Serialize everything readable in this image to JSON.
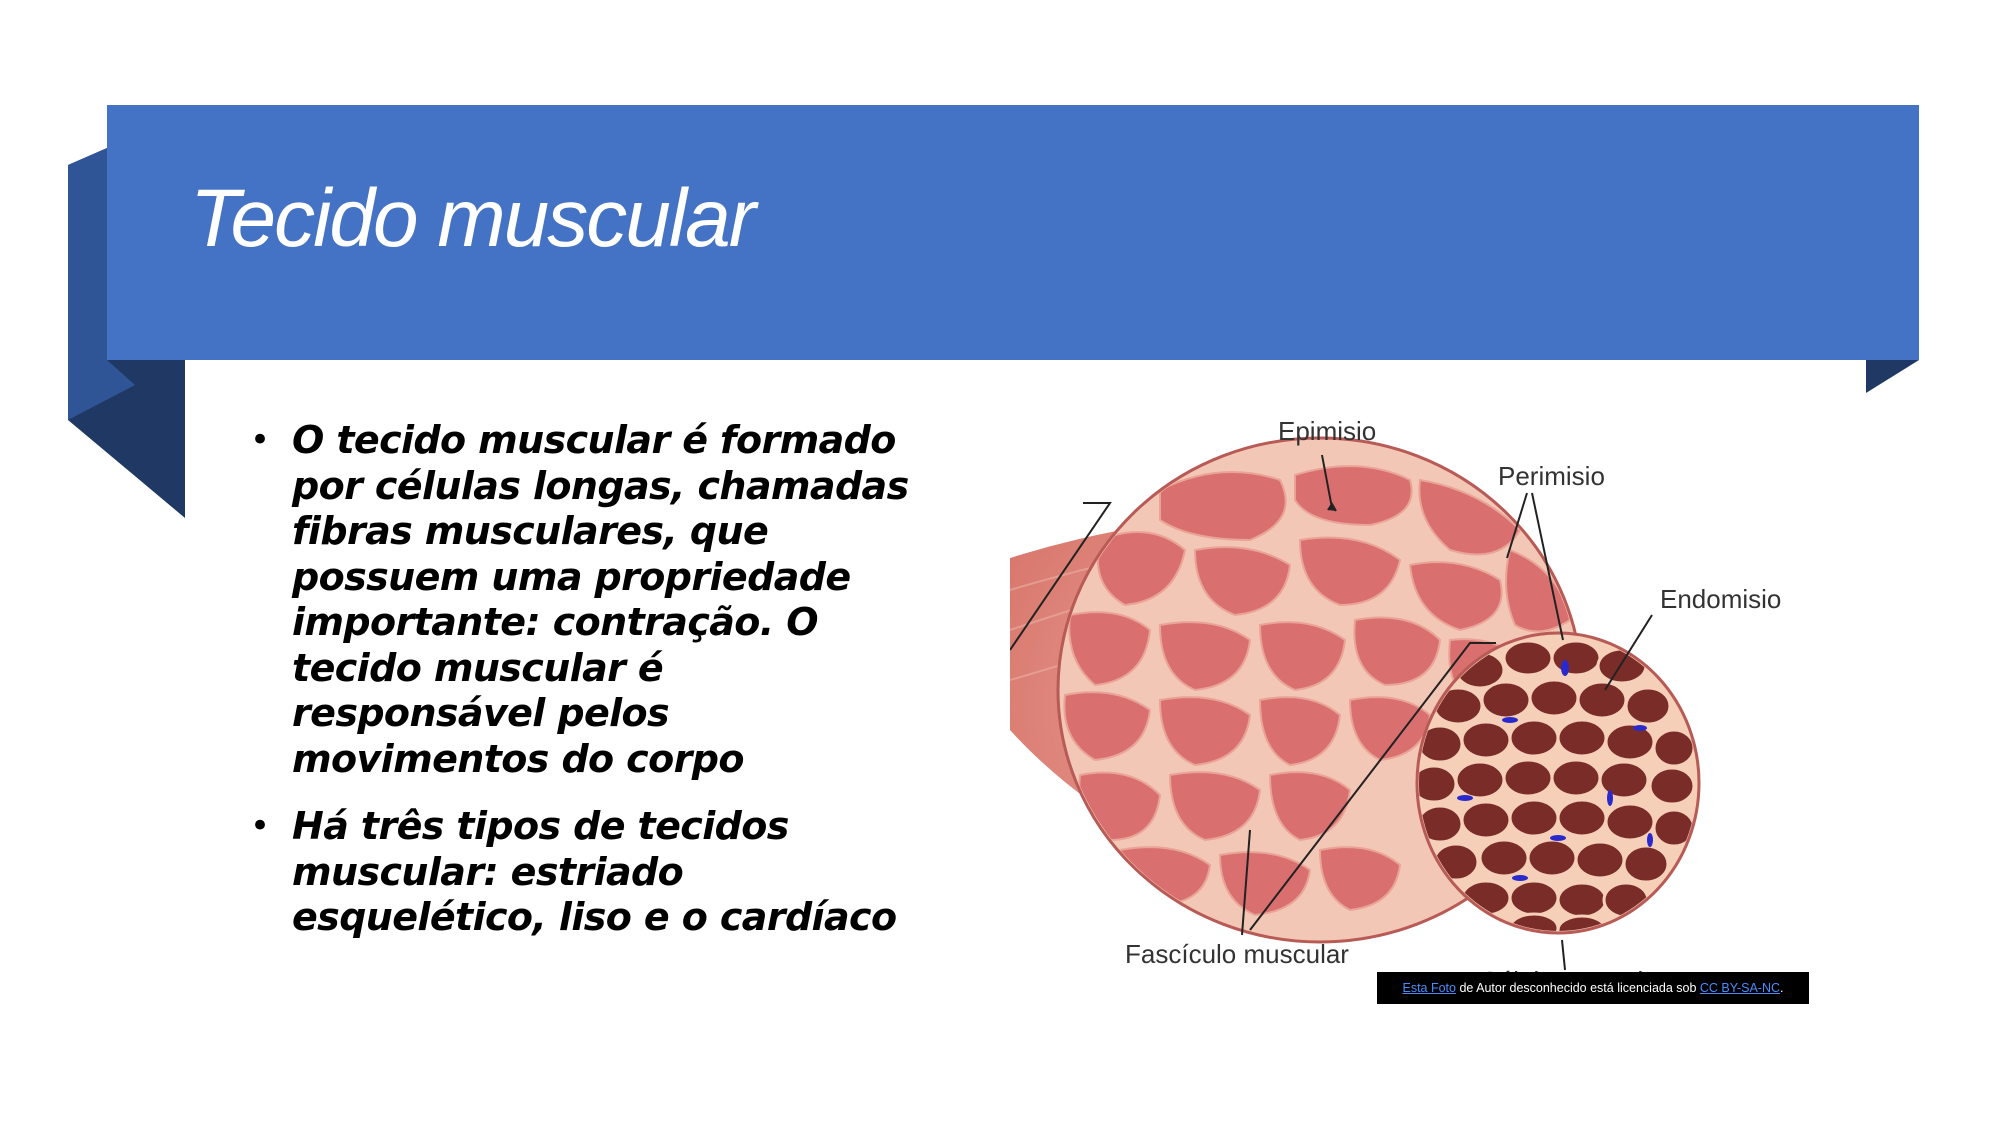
{
  "slide": {
    "title": "Tecido muscular",
    "bullets": [
      "O tecido muscular é formado por células longas, chamadas fibras musculares, que possuem uma propriedade importante: contração. O tecido muscular é responsável pelos movimentos do corpo",
      "Há três tipos de tecidos muscular: estriado esquelético, liso e o cardíaco"
    ],
    "bullet_glyph": "•"
  },
  "figure": {
    "labels": {
      "epimisio": "Epimisio",
      "perimisio": "Perimisio",
      "endomisio": "Endomisio",
      "fasciculo": "Fascículo muscular",
      "celula": "Célula muscular"
    }
  },
  "credit": {
    "link1": "Esta Foto",
    "text1": " de Autor desconhecido está licenciada sob ",
    "link2": "CC BY-SA-NC",
    "text2": "."
  },
  "colors": {
    "title_bar": "#4472c4",
    "ribbon_mid": "#2f5597",
    "ribbon_dark": "#203864",
    "muscle": "#d96f6e",
    "muscle_light": "#f2c4b4",
    "fascicle_cell": "#7a2c28"
  }
}
